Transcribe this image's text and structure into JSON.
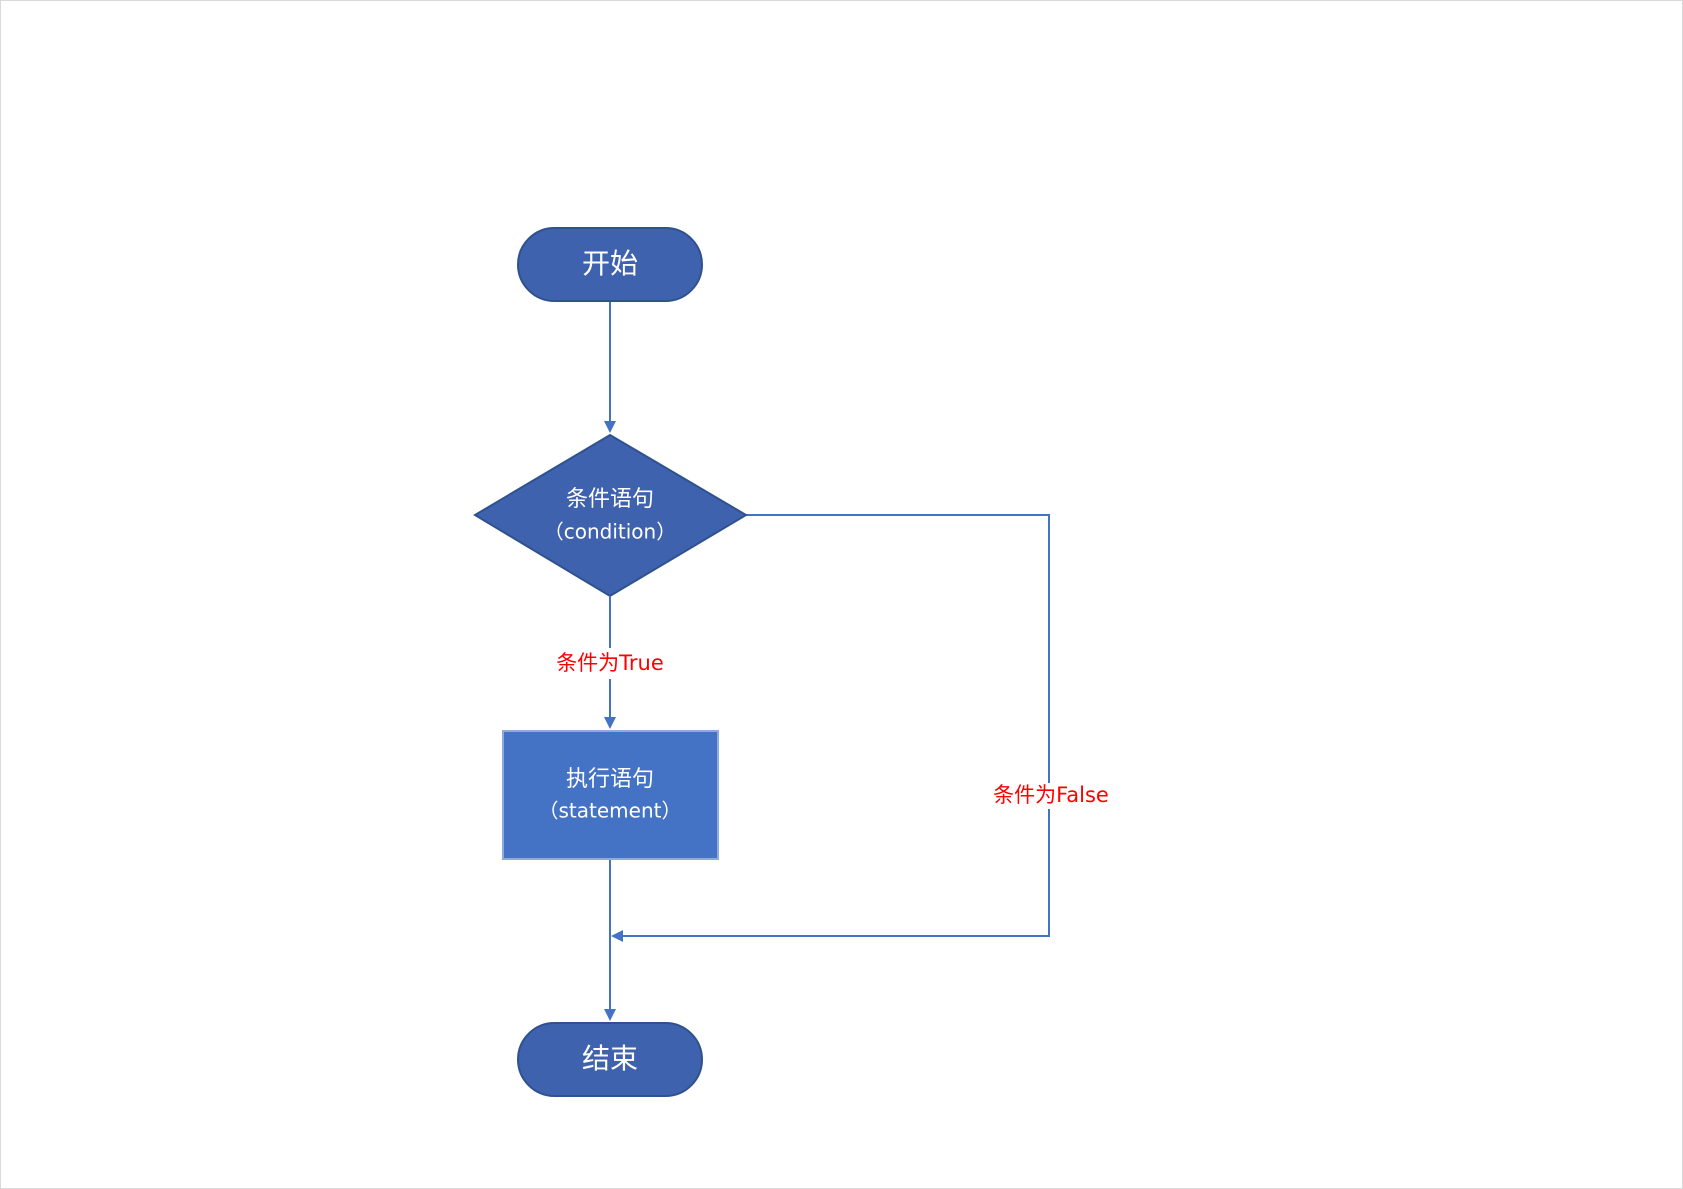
{
  "flowchart": {
    "nodes": {
      "start": {
        "label": "开始"
      },
      "condition": {
        "line1": "条件语句",
        "line2": "（condition）"
      },
      "statement": {
        "line1": "执行语句",
        "line2": "（statement）"
      },
      "end": {
        "label": "结束"
      }
    },
    "edges": {
      "true_label": "条件为True",
      "false_label": "条件为False"
    },
    "colors": {
      "terminal_fill": "#3E62AD",
      "terminal_stroke": "#2F528F",
      "process_fill": "#4472C4",
      "connector": "#4472C4",
      "edge_label": "#FF0000",
      "node_text": "#FFFFFF"
    }
  }
}
